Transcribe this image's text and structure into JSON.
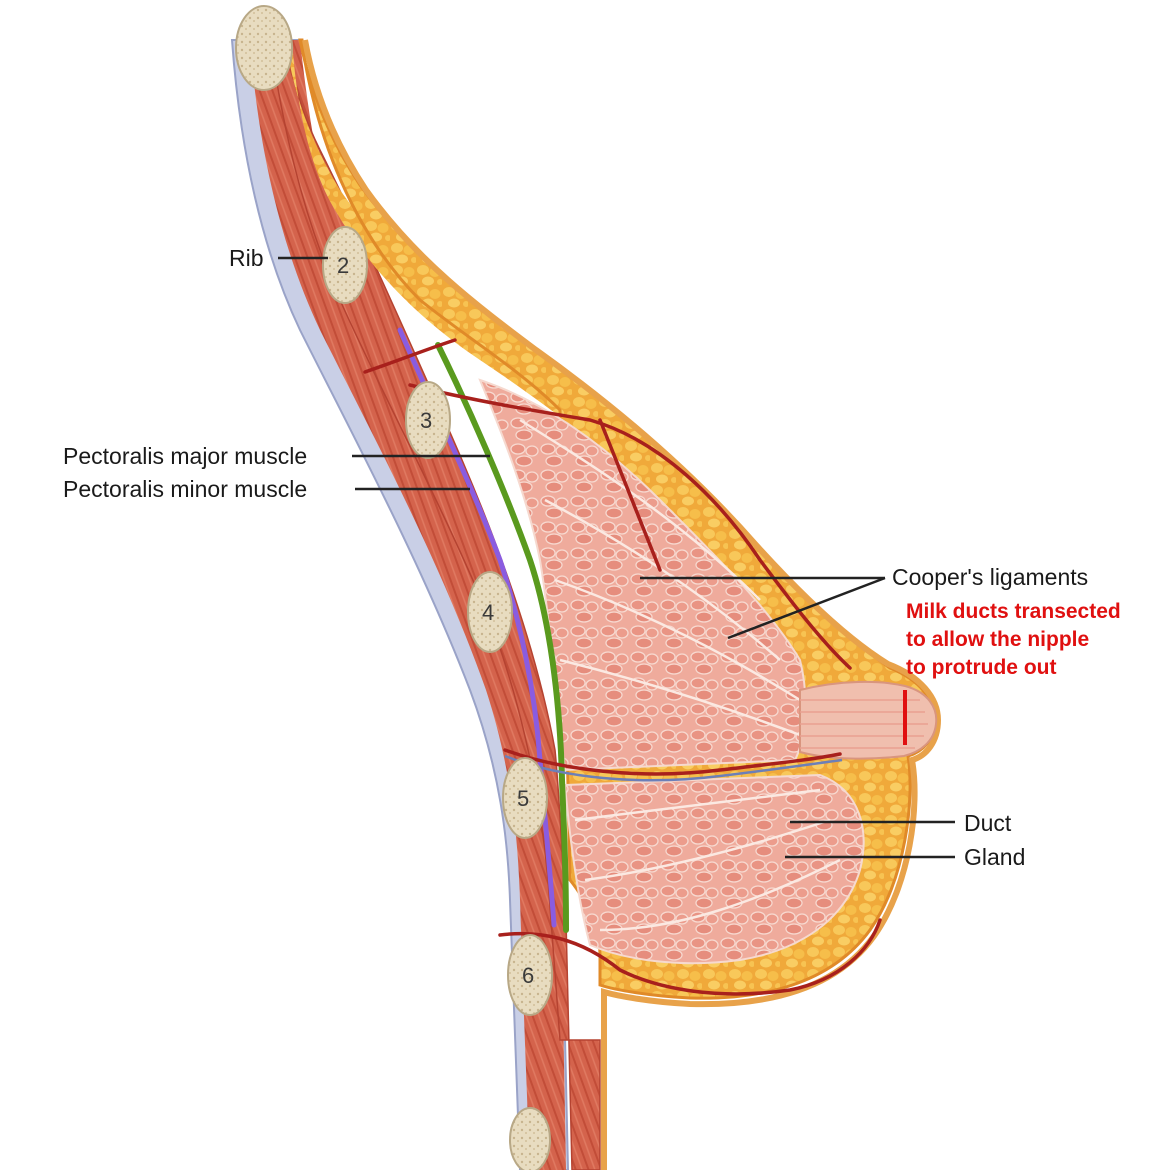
{
  "labels": {
    "rib": "Rib",
    "pectoralis_major": "Pectoralis major muscle",
    "pectoralis_minor": "Pectoralis minor muscle",
    "coopers_ligaments": "Cooper's ligaments",
    "duct": "Duct",
    "gland": "Gland"
  },
  "annotation": {
    "lines": [
      "Milk ducts transected",
      "to allow the nipple",
      "to protrude out"
    ],
    "color": "#e01010"
  },
  "ribs": [
    "2",
    "3",
    "4",
    "5",
    "6"
  ],
  "colors": {
    "skin": "#f3b25a",
    "fat": "#f5c042",
    "muscle": "#d2604a",
    "gland": "#eea394",
    "fascia_green": "#5a9a1e",
    "fascia_purple": "#8a5ce0",
    "vessel": "#a8201c",
    "bone": "#e9dfc8"
  }
}
